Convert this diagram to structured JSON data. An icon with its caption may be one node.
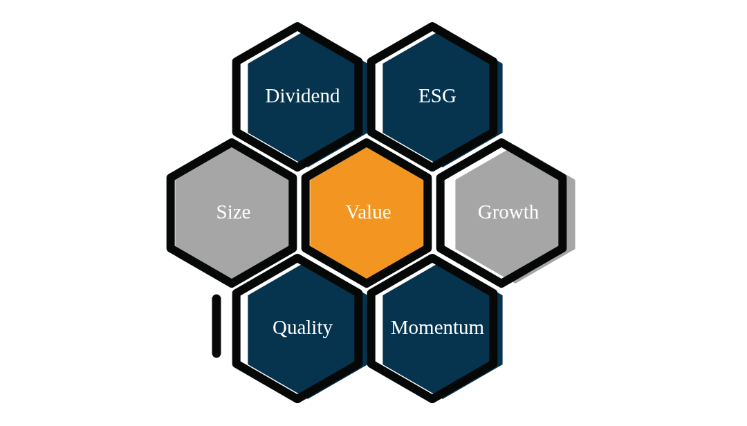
{
  "diagram": {
    "nodes": [
      {
        "text": [
          "Dividend"
        ]
      },
      {
        "text": [
          "ESG"
        ]
      },
      {
        "text": [
          "Size"
        ]
      },
      {
        "text": [
          "Value"
        ]
      },
      {
        "text": [
          "Growth"
        ]
      },
      {
        "text": [
          "Quality"
        ]
      },
      {
        "text": [
          "Momentum"
        ]
      }
    ]
  }
}
